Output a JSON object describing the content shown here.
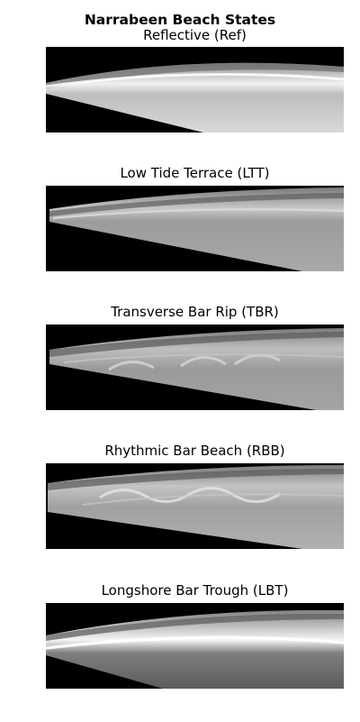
{
  "figure": {
    "title": "Narrabeen Beach States"
  },
  "panels": [
    {
      "title": "Reflective (Ref)"
    },
    {
      "title": "Low Tide Terrace (LTT)"
    },
    {
      "title": "Transverse Bar Rip (TBR)"
    },
    {
      "title": "Rhythmic Bar Beach (RBB)"
    },
    {
      "title": "Longshore Bar Trough (LBT)"
    }
  ],
  "colors": {
    "background": "#ffffff",
    "masked_region": "#000000"
  }
}
